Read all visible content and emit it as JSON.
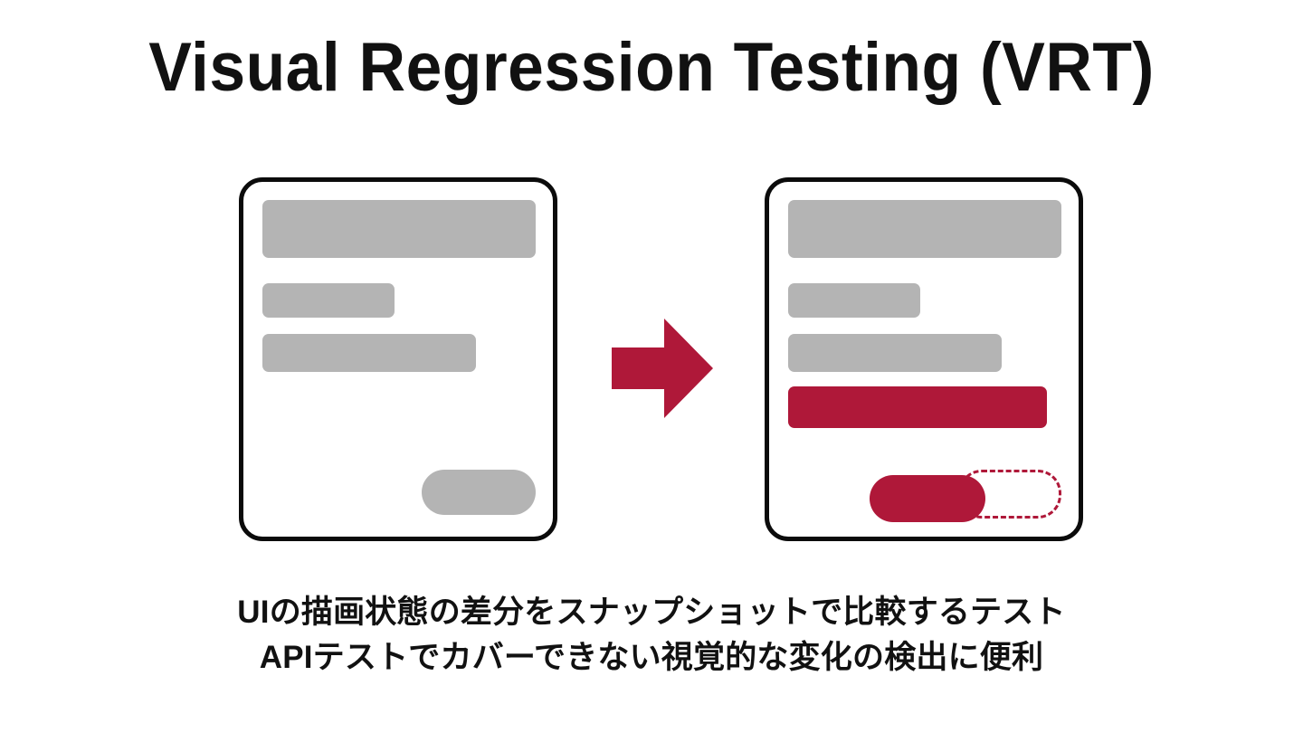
{
  "slide": {
    "background_color": "#ffffff",
    "title": "Visual Regression Testing (VRT)",
    "caption_lines": [
      "UIの描画状態の差分をスナップショットで比較するテスト",
      "APIテストでカバーできない視覚的な変化の検出に便利"
    ]
  },
  "colors": {
    "ink": "#111111",
    "card_border": "#0b0b0b",
    "placeholder_gray": "#b4b4b4",
    "accent_crimson": "#af1839",
    "canvas": "#ffffff"
  },
  "diagram": {
    "type": "before-after-comparison",
    "arrow_icon": "arrow-right-icon",
    "before": {
      "label": "baseline-screenshot",
      "blocks": [
        {
          "name": "hero-placeholder-block",
          "shape": "rect",
          "fill": "gray"
        },
        {
          "name": "text-placeholder-block-short",
          "shape": "rect",
          "fill": "gray"
        },
        {
          "name": "text-placeholder-block-medium",
          "shape": "rect",
          "fill": "gray"
        },
        {
          "name": "action-button-placeholder",
          "shape": "pill",
          "fill": "gray"
        }
      ]
    },
    "after": {
      "label": "current-screenshot",
      "blocks": [
        {
          "name": "hero-placeholder-block",
          "shape": "rect",
          "fill": "gray"
        },
        {
          "name": "text-placeholder-block-short",
          "shape": "rect",
          "fill": "gray"
        },
        {
          "name": "text-placeholder-block-medium",
          "shape": "rect",
          "fill": "gray"
        },
        {
          "name": "added-element-block",
          "shape": "rect",
          "fill": "crimson"
        },
        {
          "name": "action-button-moved",
          "shape": "pill",
          "fill": "crimson"
        },
        {
          "name": "action-button-original-position",
          "shape": "pill-outline",
          "fill": "crimson-dashed"
        }
      ]
    }
  }
}
